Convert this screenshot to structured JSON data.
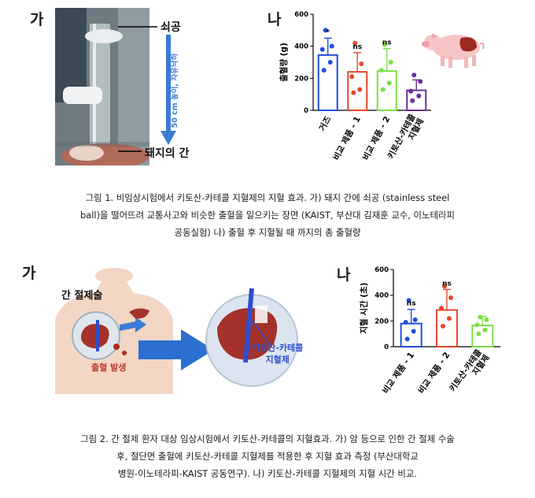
{
  "figure1": {
    "panel_a": {
      "letter": "가",
      "callout_ball": "쇠공",
      "callout_height": "50 cm 높이, 자유낙하",
      "callout_liver": "돼지의 간"
    },
    "panel_b": {
      "letter": "나"
    },
    "caption_lines": [
      "그림 1. 비임상시험에서 키토산-카테콜 지혈제의 지혈 효과. 가) 돼지 간에 쇠공 (stainless steel",
      "ball)을 떨어뜨려 교통사고와 비슷한 출혈을 일으키는 장면 (KAIST, 부산대 김재훈 교수, 이노테라피",
      "공동실험) 나) 출혈 후 지혈될 때 까지의 총 출혈량"
    ]
  },
  "figure2": {
    "panel_a": {
      "letter": "가",
      "label_resection": "간 절제술",
      "label_bleeding": "출혈 발생",
      "label_product": [
        "키토산-카테콜",
        "지혈제"
      ]
    },
    "panel_b": {
      "letter": "나"
    },
    "caption_lines": [
      "그림 2. 간 절제 환자 대상 임상시험에서 키토산-카테콜의 지혈효과. 가) 암 등으로 인한 간 절제 수술",
      "후, 절단면 출혈에 키토산-카테콜 지혈제를 적용한 후 지혈 효과 측정 (부산대학교",
      "병원-이노테라피-KAIST 공동연구). 나) 키토산-카테콜 지혈제의 지혈 시간 비교."
    ]
  },
  "chart_data": [
    {
      "type": "bar",
      "ylabel": "출혈량 (g)",
      "ylim": [
        0,
        600
      ],
      "yticks": [
        0,
        200,
        400,
        600
      ],
      "grid": false,
      "categories": [
        "거즈",
        "비교 제품 - 1",
        "비교 제품 - 2",
        "키토산-카테콜\n지혈제"
      ],
      "values": [
        345,
        240,
        245,
        125
      ],
      "error": [
        105,
        120,
        140,
        65
      ],
      "points": [
        [
          500,
          400,
          380,
          300,
          250
        ],
        [
          420,
          290,
          210,
          130,
          110
        ],
        [
          410,
          300,
          250,
          170,
          130
        ],
        [
          220,
          180,
          120,
          90,
          60
        ]
      ],
      "significance": [
        "*",
        "ns",
        "ns",
        ""
      ],
      "colors": [
        "#1f4fe0",
        "#e8472e",
        "#7be04a",
        "#6a2d9c"
      ]
    },
    {
      "type": "bar",
      "ylabel": "지혈 시간 (초)",
      "ylim": [
        0,
        600
      ],
      "yticks": [
        0,
        200,
        400,
        600
      ],
      "grid": false,
      "categories": [
        "비교 제품 - 1",
        "비교 제품 - 2",
        "키토산-카테콜\n지혈제"
      ],
      "values": [
        180,
        285,
        165
      ],
      "error": [
        110,
        160,
        70
      ],
      "points": [
        [
          360,
          210,
          190,
          120,
          60
        ],
        [
          470,
          380,
          300,
          220,
          160
        ],
        [
          230,
          210,
          170,
          130,
          100
        ]
      ],
      "significance": [
        "ns",
        "ns",
        ""
      ],
      "colors": [
        "#1f4fe0",
        "#e8472e",
        "#7be04a"
      ]
    }
  ]
}
